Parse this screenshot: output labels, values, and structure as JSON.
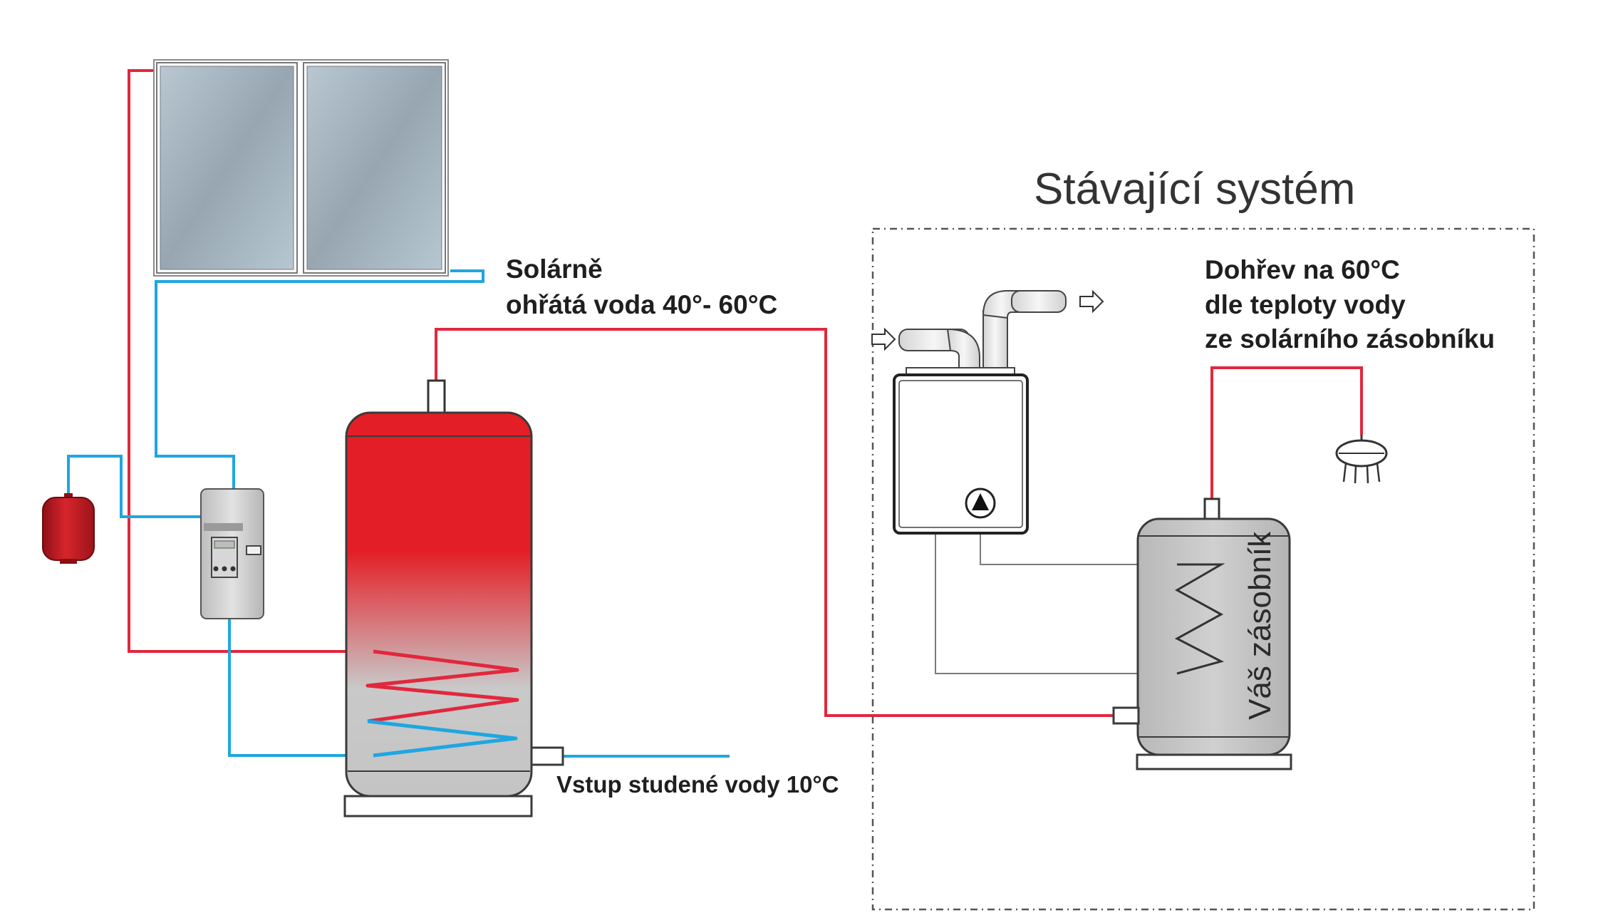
{
  "labels": {
    "existing_system": "Stávající systém",
    "solar_water_line1": "Solárně",
    "solar_water_line2": "ohřátá voda 40°- 60°C",
    "reheat_line1": "Dohřev na 60°C",
    "reheat_line2": "dle teploty vody",
    "reheat_line3": "ze solárního zásobníku",
    "cold_water_inlet": "Vstup studené vody 10°C",
    "your_tank": "Váš zásobník"
  },
  "colors": {
    "hot_pipe": "#e2273d",
    "cold_pipe": "#1fa6e0",
    "tank_red": "#e41e26",
    "tank_grey": "#c4c4c4",
    "outline": "#333333",
    "dashed_frame": "#555555"
  },
  "icons": {
    "expansion_vessel": "expansion-vessel-icon",
    "solar_controller": "solar-pump-station-icon",
    "boiler": "gas-boiler-icon",
    "shower": "shower-head-icon",
    "flue": "flue-pipe-icon",
    "pump": "circulation-pump-icon"
  }
}
